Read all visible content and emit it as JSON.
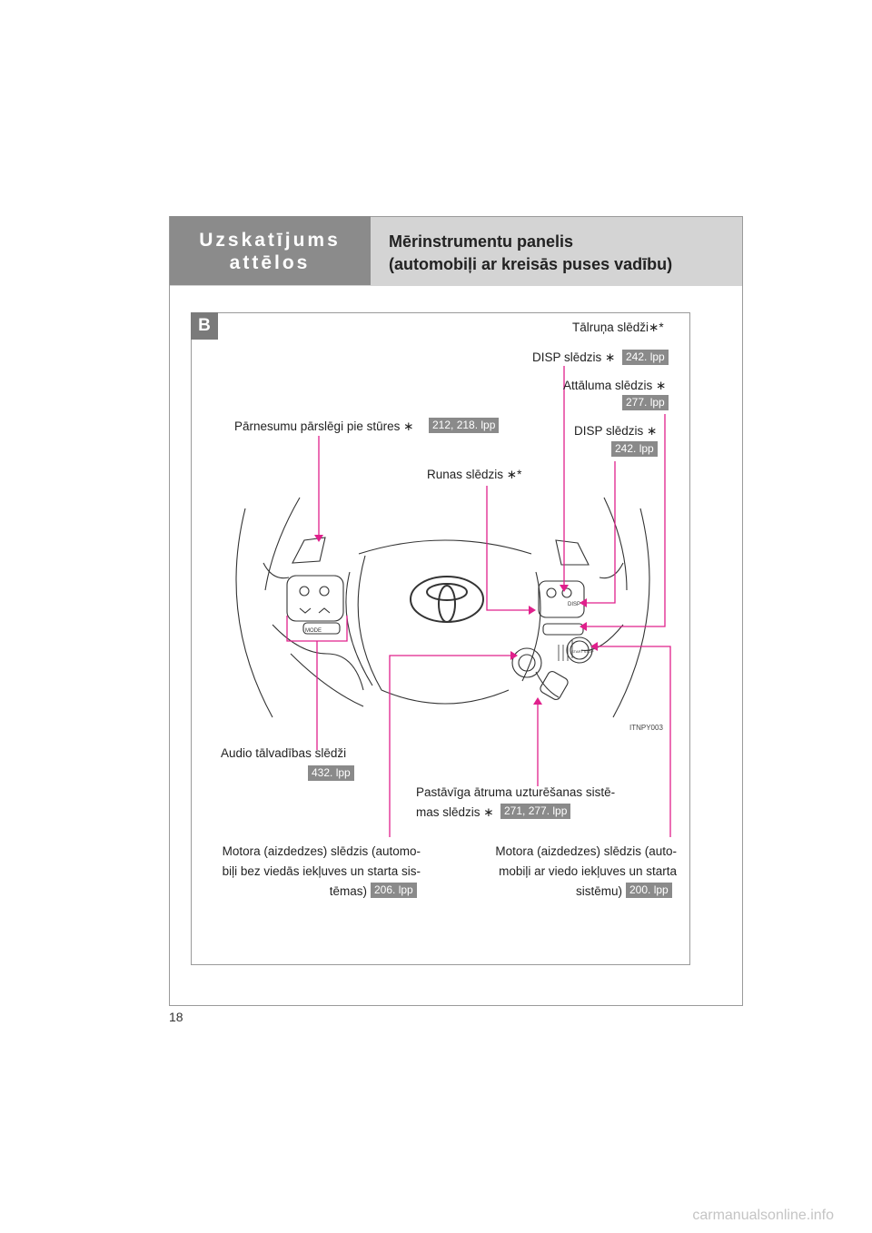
{
  "header": {
    "section_line1": "Uzskatījums",
    "section_line2": "attēlos",
    "title_line1": "Mērinstrumentu panelis",
    "title_line2": "(automobiļi ar kreisās puses vadību)"
  },
  "figure": {
    "badge": "B",
    "code": "ITNPY003",
    "labels": {
      "phone": "Tālruņa slēdži∗*",
      "disp_top": "DISP slēdzis ∗",
      "distance": "Attāluma slēdzis ∗",
      "paddle": "Pārnesumu pārslēgi pie stūres ∗",
      "disp_mid": "DISP slēdzis ∗",
      "voice": "Runas slēdzis ∗*",
      "audio": "Audio tālvadības slēdži",
      "cruise_line1": "Pastāvīga ātruma uzturēšanas sistē-",
      "cruise_line2": "mas slēdzis ∗",
      "engine_left_line1": "Motora (aizdedzes) slēdzis (automo-",
      "engine_left_line2": "biļi bez viedās iekļuves un starta sis-",
      "engine_left_line3": "tēmas)",
      "engine_right_line1": "Motora (aizdedzes) slēdzis (auto-",
      "engine_right_line2": "mobiļi ar viedo iekļuves un starta",
      "engine_right_line3": "sistēmu)"
    },
    "pages": {
      "disp_top": "242. lpp",
      "distance": "277. lpp",
      "paddle": "212, 218. lpp",
      "disp_mid": "242. lpp",
      "audio": "432. lpp",
      "cruise": "271, 277. lpp",
      "engine_left": "206. lpp",
      "engine_right": "200. lpp"
    },
    "wheel_text": {
      "mode": "MODE",
      "disp": "DISP",
      "start_stop": "START STOP"
    },
    "colors": {
      "leader": "#e0208c",
      "badge": "#8a8a8a"
    }
  },
  "footer": {
    "page_number": "18",
    "watermark": "carmanualsonline.info"
  }
}
